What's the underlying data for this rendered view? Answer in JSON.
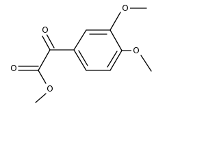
{
  "structure": {
    "atoms": {
      "o_carbonyl_keto": "O",
      "o_carbonyl_ester": "O",
      "o_ester": "O",
      "o_methoxy_3": "O",
      "o_methoxy_4": "O"
    },
    "colors": {
      "bond": "#000000",
      "label": "#000000",
      "background": "#ffffff"
    }
  }
}
